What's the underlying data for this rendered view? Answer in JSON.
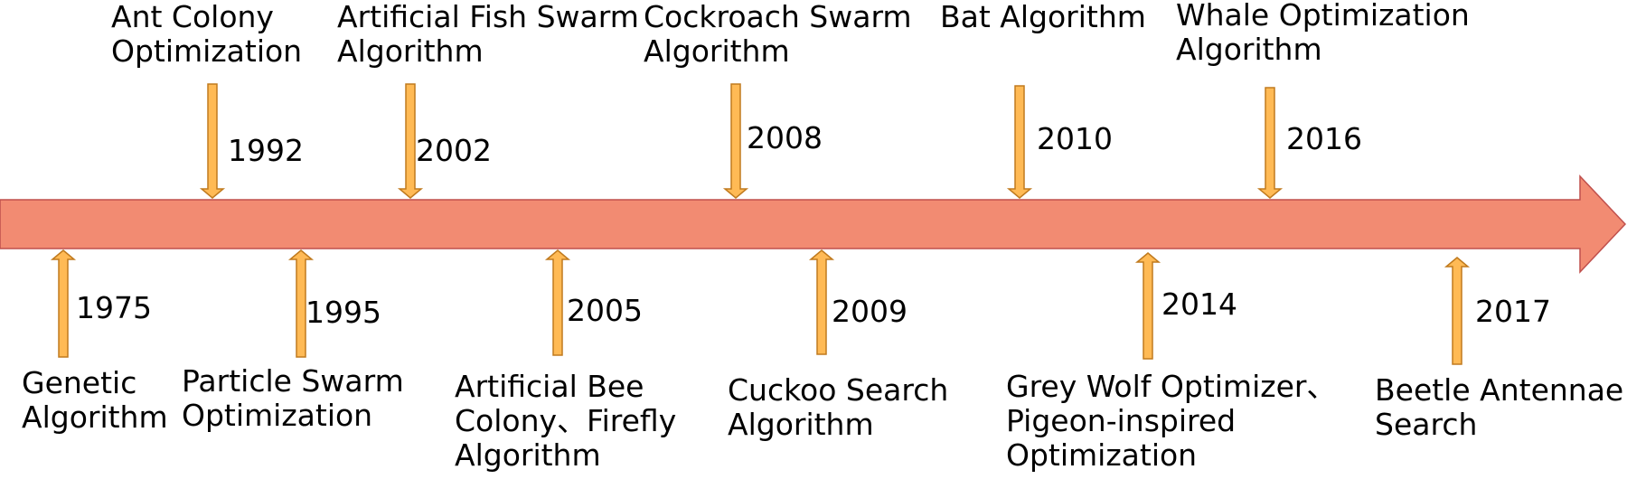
{
  "colors": {
    "main_arrow_fill": "#F28B72",
    "main_arrow_stroke": "#C0504D",
    "marker_fill": "#FFBA55",
    "marker_stroke": "#C07A1E"
  },
  "events": [
    {
      "id": "genetic-algorithm",
      "year": "1975",
      "label": "Genetic\nAlgorithm",
      "side": "below"
    },
    {
      "id": "ant-colony-optimization",
      "year": "1992",
      "label": "Ant Colony\nOptimization",
      "side": "above"
    },
    {
      "id": "particle-swarm-optimization",
      "year": "1995",
      "label": "Particle Swarm\nOptimization",
      "side": "below"
    },
    {
      "id": "artificial-fish-swarm-algorithm",
      "year": "2002",
      "label": "Artificial Fish Swarm\nAlgorithm",
      "side": "above"
    },
    {
      "id": "artificial-bee-colony-firefly",
      "year": "2005",
      "label": "Artificial Bee\nColony、Firefly\nAlgorithm",
      "side": "below"
    },
    {
      "id": "cockroach-swarm-algorithm",
      "year": "2008",
      "label": "Cockroach Swarm\nAlgorithm",
      "side": "above"
    },
    {
      "id": "cuckoo-search-algorithm",
      "year": "2009",
      "label": "Cuckoo Search\nAlgorithm",
      "side": "below"
    },
    {
      "id": "bat-algorithm",
      "year": "2010",
      "label": "Bat Algorithm",
      "side": "above"
    },
    {
      "id": "grey-wolf-pigeon",
      "year": "2014",
      "label": "Grey Wolf Optimizer、\nPigeon-inspired\nOptimization",
      "side": "below"
    },
    {
      "id": "whale-optimization-algorithm",
      "year": "2016",
      "label": "Whale Optimization\nAlgorithm",
      "side": "above"
    },
    {
      "id": "beetle-antennae-search",
      "year": "2017",
      "label": "Beetle Antennae\nSearch",
      "side": "below"
    }
  ]
}
